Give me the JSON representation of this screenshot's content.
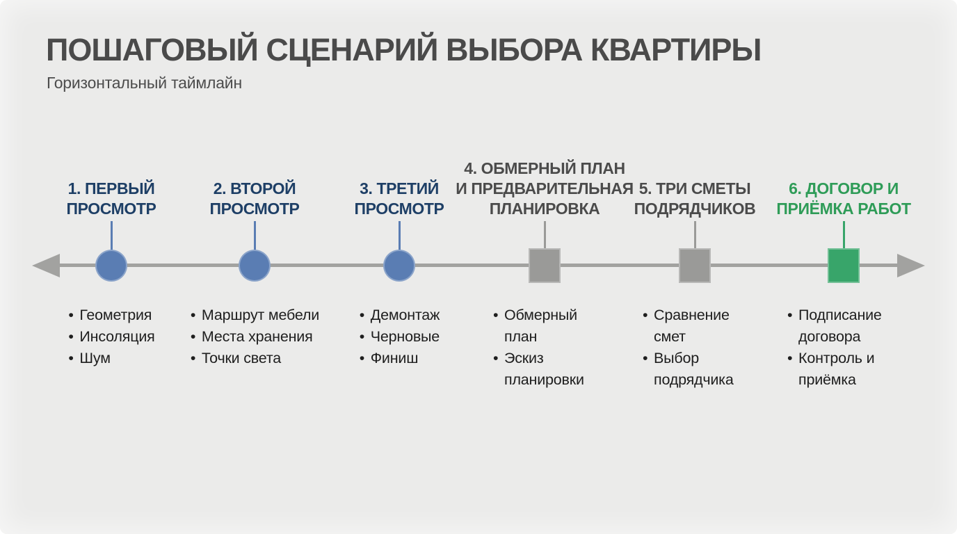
{
  "page": {
    "title": "ПОШАГОВЫЙ СЦЕНАРИЙ ВЫБОРА КВАРТИРЫ",
    "subtitle": "Горизонтальный таймлайн"
  },
  "palette": {
    "background": "#ebebea",
    "axis": "#a2a2a0",
    "heading_text": "#4a4a4a",
    "bullet_text": "#1e1e1e"
  },
  "timeline": {
    "steps": [
      {
        "title_lines": [
          "1. ПЕРВЫЙ",
          "ПРОСМОТР"
        ],
        "title_color": "#1e3f66",
        "marker": {
          "shape": "circle",
          "color": "#5a7db3"
        },
        "bullets": [
          "Геометрия",
          "Инсоляция",
          "Шум"
        ]
      },
      {
        "title_lines": [
          "2. ВТОРОЙ",
          "ПРОСМОТР"
        ],
        "title_color": "#1e3f66",
        "marker": {
          "shape": "circle",
          "color": "#5a7db3"
        },
        "bullets": [
          "Маршрут мебели",
          "Места хранения",
          "Точки света"
        ]
      },
      {
        "title_lines": [
          "3. ТРЕТИЙ",
          "ПРОСМОТР"
        ],
        "title_color": "#1e3f66",
        "marker": {
          "shape": "circle",
          "color": "#5a7db3"
        },
        "bullets": [
          "Демонтаж",
          "Черновые",
          "Финиш"
        ]
      },
      {
        "title_lines": [
          "4. ОБМЕРНЫЙ ПЛАН",
          "И ПРЕДВАРИТЕЛЬНАЯ",
          "ПЛАНИРОВКА"
        ],
        "title_color": "#4b4b4b",
        "marker": {
          "shape": "square",
          "color": "#9a9a98"
        },
        "bullets": [
          "Обмерный план",
          "Эскиз планировки"
        ]
      },
      {
        "title_lines": [
          "5. ТРИ СМЕТЫ",
          "ПОДРЯДЧИКОВ"
        ],
        "title_color": "#4b4b4b",
        "marker": {
          "shape": "square",
          "color": "#9a9a98"
        },
        "bullets": [
          "Сравнение смет",
          "Выбор подрядчика"
        ]
      },
      {
        "title_lines": [
          "6. ДОГОВОР И",
          "ПРИЁМКА РАБОТ"
        ],
        "title_color": "#2f9c58",
        "marker": {
          "shape": "square",
          "color": "#38a56a"
        },
        "bullets": [
          "Подписание договора",
          "Контроль и приёмка"
        ]
      }
    ]
  }
}
